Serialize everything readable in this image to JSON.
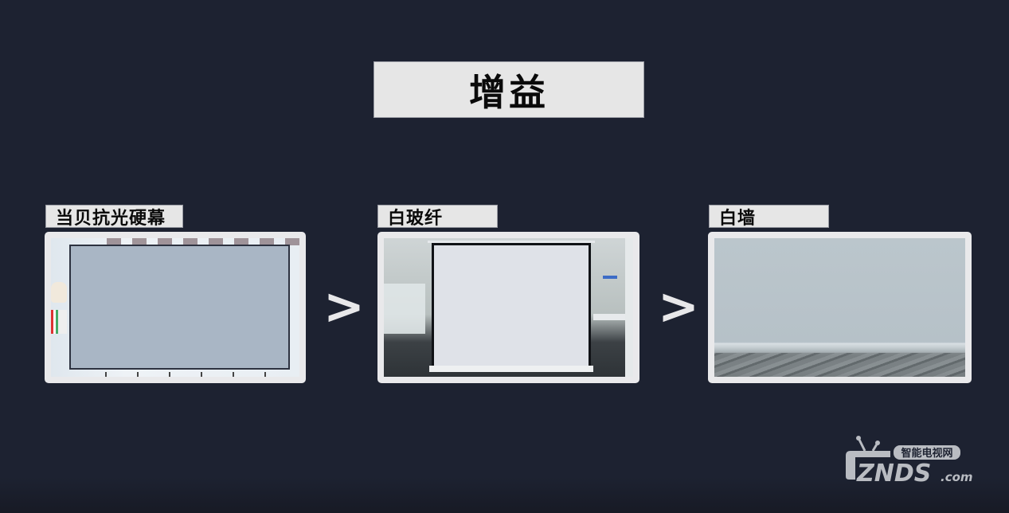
{
  "slide": {
    "title": "增益",
    "comparison_symbol": ">",
    "items": [
      {
        "label": "当贝抗光硬幕",
        "image": "dangbei-light-resistant-screen-photo"
      },
      {
        "label": "白玻纤",
        "image": "white-fiberglass-screen-photo"
      },
      {
        "label": "白墙",
        "image": "white-wall-photo"
      }
    ]
  },
  "watermark": {
    "brand": "ZNDS",
    "domain": ".com",
    "tagline": "智能电视网"
  },
  "colors": {
    "background": "#1d2231",
    "label_bg": "#e6e6e6",
    "text": "#0a0a0a",
    "symbol": "#e8e8ea"
  }
}
